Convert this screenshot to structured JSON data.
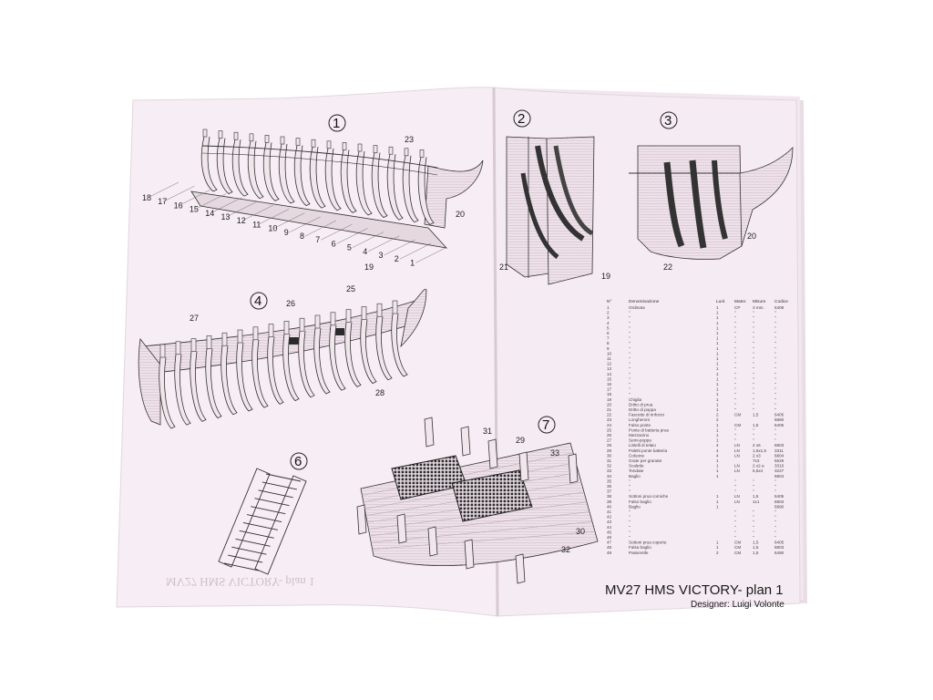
{
  "plan": {
    "title": "MV27 HMS VICTORY- plan 1",
    "designer": "Designer: Luigi Volonte",
    "ghost_title": "MV27 HMS VICTORY- plan 1"
  },
  "figures": [
    {
      "id": "fig-1",
      "label": "1"
    },
    {
      "id": "fig-2",
      "label": "2"
    },
    {
      "id": "fig-3",
      "label": "3"
    },
    {
      "id": "fig-4",
      "label": "4"
    },
    {
      "id": "fig-6",
      "label": "6"
    },
    {
      "id": "fig-7",
      "label": "7"
    }
  ],
  "part_callouts": {
    "fig1_left": [
      "18",
      "17",
      "16",
      "15",
      "14",
      "13",
      "12",
      "11",
      "10",
      "9",
      "8",
      "7",
      "6",
      "5",
      "4",
      "3",
      "2",
      "1"
    ],
    "fig1_extra": [
      "23",
      "20",
      "19"
    ],
    "fig2": [
      "21",
      "19"
    ],
    "fig3": [
      "20",
      "22"
    ],
    "fig4": [
      "27",
      "26",
      "25",
      "28"
    ],
    "fig7": [
      "31",
      "29",
      "33",
      "30",
      "32"
    ]
  },
  "parts_table": {
    "headers": [
      "N°",
      "Denominazione",
      "Lunl.",
      "Mater.",
      "Misure",
      "Codice"
    ],
    "rows": [
      {
        "n": "1",
        "name": "Ordinata",
        "qty": "1",
        "mat": "CP",
        "size": "3 mm.",
        "code": "6408"
      },
      {
        "n": "2",
        "name": "\"",
        "qty": "1",
        "mat": "\"",
        "size": "\"",
        "code": "\""
      },
      {
        "n": "3",
        "name": "\"",
        "qty": "1",
        "mat": "\"",
        "size": "\"",
        "code": "\""
      },
      {
        "n": "4",
        "name": "\"",
        "qty": "1",
        "mat": "\"",
        "size": "\"",
        "code": "\""
      },
      {
        "n": "5",
        "name": "\"",
        "qty": "1",
        "mat": "\"",
        "size": "\"",
        "code": "\""
      },
      {
        "n": "6",
        "name": "\"",
        "qty": "1",
        "mat": "\"",
        "size": "\"",
        "code": "\""
      },
      {
        "n": "7",
        "name": "\"",
        "qty": "1",
        "mat": "\"",
        "size": "\"",
        "code": "\""
      },
      {
        "n": "8",
        "name": "\"",
        "qty": "1",
        "mat": "\"",
        "size": "\"",
        "code": "\""
      },
      {
        "n": "9",
        "name": "\"",
        "qty": "1",
        "mat": "\"",
        "size": "\"",
        "code": "\""
      },
      {
        "n": "10",
        "name": "\"",
        "qty": "1",
        "mat": "\"",
        "size": "\"",
        "code": "\""
      },
      {
        "n": "11",
        "name": "\"",
        "qty": "1",
        "mat": "\"",
        "size": "\"",
        "code": "\""
      },
      {
        "n": "12",
        "name": "\"",
        "qty": "1",
        "mat": "\"",
        "size": "\"",
        "code": "\""
      },
      {
        "n": "13",
        "name": "\"",
        "qty": "1",
        "mat": "\"",
        "size": "\"",
        "code": "\""
      },
      {
        "n": "14",
        "name": "\"",
        "qty": "1",
        "mat": "\"",
        "size": "\"",
        "code": "\""
      },
      {
        "n": "15",
        "name": "\"",
        "qty": "1",
        "mat": "\"",
        "size": "\"",
        "code": "\""
      },
      {
        "n": "16",
        "name": "\"",
        "qty": "1",
        "mat": "\"",
        "size": "\"",
        "code": "\""
      },
      {
        "n": "17",
        "name": "\"",
        "qty": "1",
        "mat": "\"",
        "size": "\"",
        "code": "\""
      },
      {
        "n": "18",
        "name": "\"",
        "qty": "1",
        "mat": "\"",
        "size": "\"",
        "code": "\""
      },
      {
        "n": "19",
        "name": "Chiglia",
        "qty": "1",
        "mat": "\"",
        "size": "\"",
        "code": "\""
      },
      {
        "n": "20",
        "name": "Dritto di prua",
        "qty": "1",
        "mat": "\"",
        "size": "\"",
        "code": "\""
      },
      {
        "n": "21",
        "name": "Dritto di poppa",
        "qty": "1",
        "mat": "\"",
        "size": "\"",
        "code": "\""
      },
      {
        "n": "22",
        "name": "Fascette di rinforzo",
        "qty": "2",
        "mat": "CM",
        "size": "1,5",
        "code": "6405"
      },
      {
        "n": "23",
        "name": "Longheroni",
        "qty": "2",
        "mat": "",
        "size": "",
        "code": "6890"
      },
      {
        "n": "24",
        "name": "Falso ponte",
        "qty": "1",
        "mat": "CM",
        "size": "1,5",
        "code": "6405"
      },
      {
        "n": "25",
        "name": "Ponte di batteria prua",
        "qty": "1",
        "mat": "\"",
        "size": "\"",
        "code": "\""
      },
      {
        "n": "26",
        "name": "Mezzanino",
        "qty": "1",
        "mat": "\"",
        "size": "\"",
        "code": "\""
      },
      {
        "n": "27",
        "name": "Semi-poppa",
        "qty": "1",
        "mat": "\"",
        "size": "\"",
        "code": "\""
      },
      {
        "n": "28",
        "name": "Listelli di telaio",
        "qty": "4",
        "mat": "LN",
        "size": "2 x6",
        "code": "6803"
      },
      {
        "n": "29",
        "name": "Paletti ponte batteria",
        "qty": "4",
        "mat": "LN",
        "size": "1,5x1,5",
        "code": "3311"
      },
      {
        "n": "30",
        "name": "Coluone",
        "qty": "4",
        "mat": "LN",
        "size": "2 x3",
        "code": "6804"
      },
      {
        "n": "31",
        "name": "Grate per granate",
        "qty": "1",
        "mat": "",
        "size": "7x3",
        "code": "5629"
      },
      {
        "n": "32",
        "name": "Scalette",
        "qty": "1",
        "mat": "LN",
        "size": "2 x2 a",
        "code": "3316"
      },
      {
        "n": "33",
        "name": "Tondate",
        "qty": "1",
        "mat": "LN",
        "size": "6,5x4",
        "code": "3227"
      },
      {
        "n": "34",
        "name": "Baglio",
        "qty": "1",
        "mat": "",
        "size": "",
        "code": "6804"
      },
      {
        "n": "35",
        "name": "\"",
        "qty": "",
        "mat": "\"",
        "size": "\"",
        "code": "\""
      },
      {
        "n": "36",
        "name": "\"",
        "qty": "",
        "mat": "\"",
        "size": "\"",
        "code": "\""
      },
      {
        "n": "37",
        "name": "\"",
        "qty": "",
        "mat": "\"",
        "size": "\"",
        "code": "\""
      },
      {
        "n": "38",
        "name": "Sottoni prua comiche",
        "qty": "1",
        "mat": "LN",
        "size": "1,5",
        "code": "6405"
      },
      {
        "n": "39",
        "name": "Falso baglio",
        "qty": "1",
        "mat": "LN",
        "size": "1x1",
        "code": "6803"
      },
      {
        "n": "40",
        "name": "Baglio",
        "qty": "1",
        "mat": "",
        "size": "",
        "code": "6890"
      },
      {
        "n": "41",
        "name": "\"",
        "qty": "",
        "mat": "\"",
        "size": "\"",
        "code": "\""
      },
      {
        "n": "42",
        "name": "\"",
        "qty": "",
        "mat": "\"",
        "size": "\"",
        "code": "\""
      },
      {
        "n": "43",
        "name": "\"",
        "qty": "",
        "mat": "\"",
        "size": "\"",
        "code": "\""
      },
      {
        "n": "44",
        "name": "\"",
        "qty": "",
        "mat": "\"",
        "size": "\"",
        "code": "\""
      },
      {
        "n": "45",
        "name": "\"",
        "qty": "",
        "mat": "\"",
        "size": "\"",
        "code": "\""
      },
      {
        "n": "46",
        "name": "\"",
        "qty": "",
        "mat": "\"",
        "size": "\"",
        "code": "\""
      },
      {
        "n": "47",
        "name": "Sottoni prua coperte",
        "qty": "1",
        "mat": "CM",
        "size": "1,5",
        "code": "6405"
      },
      {
        "n": "48",
        "name": "Falsa baglio",
        "qty": "1",
        "mat": "CM",
        "size": "1,5",
        "code": "6803"
      },
      {
        "n": "49",
        "name": "Passerelle",
        "qty": "2",
        "mat": "CM",
        "size": "1,5",
        "code": "6490"
      }
    ]
  },
  "colors": {
    "paper": "#f7edf4",
    "paper_shadow": "#ddd0da",
    "ink": "#2a2a2a",
    "wood": "#b9a9b0"
  }
}
